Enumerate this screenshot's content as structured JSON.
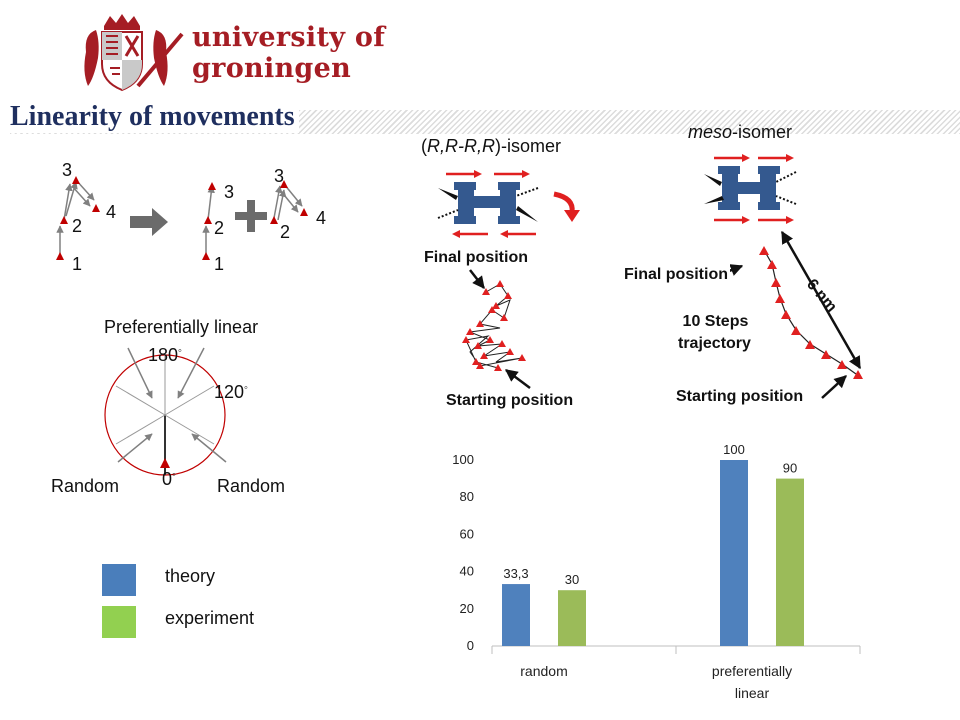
{
  "header": {
    "university_name": "university of groningen",
    "university_line1": "university of",
    "university_line2": "groningen",
    "title": "Linearity of movements"
  },
  "step_diagram": {
    "a_labels": [
      "3",
      "4",
      "2",
      "1"
    ],
    "b_labels": [
      "3",
      "2",
      "1"
    ],
    "c_labels": [
      "3",
      "4",
      "2"
    ]
  },
  "angle_diagram": {
    "top_label": "Preferentially linear",
    "angle_180": "180",
    "angle_120": "120",
    "angle_0": "0",
    "degree_symbol": "◦",
    "left_label": "Random",
    "right_label": "Random"
  },
  "legend": {
    "items": [
      {
        "label": "theory",
        "color": "#4a7ebb"
      },
      {
        "label": "experiment",
        "color": "#92d050"
      }
    ]
  },
  "rr_isomer": {
    "title_prefix": "(",
    "title_italic": "R,R-R,R",
    "title_suffix": ")-isomer",
    "final_label": "Final position",
    "start_label": "Starting position"
  },
  "meso_isomer": {
    "title_italic": "meso",
    "title_suffix": "-isomer",
    "final_label": "Final position",
    "steps_line1": "10 Steps",
    "steps_line2": "trajectory",
    "start_label": "Starting position",
    "distance_label": "6 nm"
  },
  "chart_data": {
    "type": "bar",
    "categories": [
      "random",
      "preferentially linear"
    ],
    "series": [
      {
        "name": "theory",
        "values": [
          33.3
        ],
        "color": "#4f81bd"
      },
      {
        "name": "experiment",
        "values": [
          30
        ],
        "color": "#9bbb59"
      }
    ],
    "series_values": {
      "theory": [
        33.3,
        100
      ],
      "experiment": [
        30,
        90
      ]
    },
    "data_labels": {
      "theory": [
        "33,3",
        "100"
      ],
      "experiment": [
        "30",
        "90"
      ]
    },
    "category_labels": [
      [
        "random"
      ],
      [
        "preferentially",
        "linear"
      ]
    ],
    "yticks": [
      "0",
      "20",
      "40",
      "60",
      "80",
      "100"
    ],
    "ylim": [
      0,
      100
    ],
    "grid": false
  }
}
